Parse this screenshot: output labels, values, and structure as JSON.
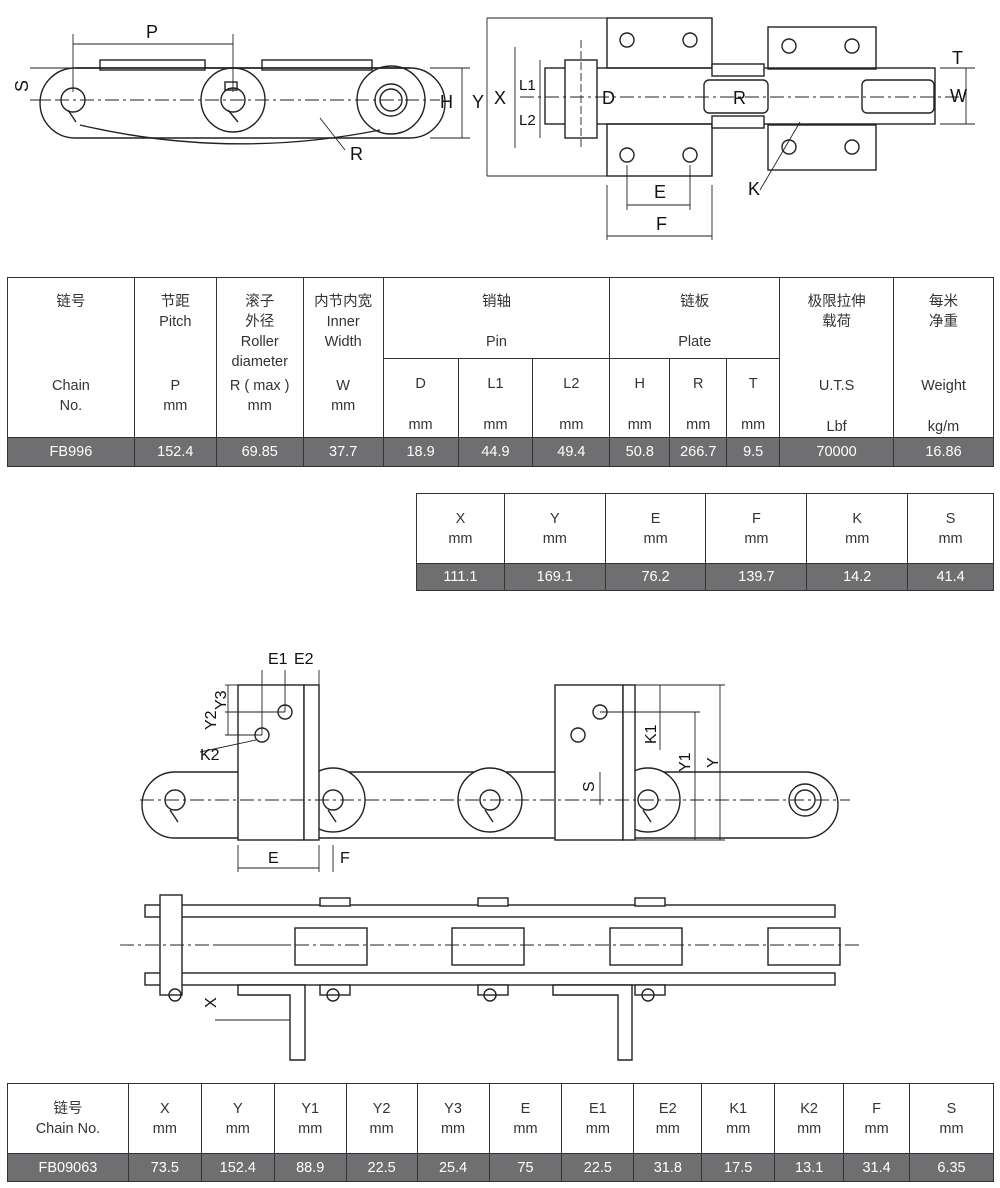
{
  "top_diagram": {
    "labels": {
      "P": "P",
      "S": "S",
      "H": "H",
      "Y": "Y",
      "R_side": "R",
      "X": "X",
      "L1": "L1",
      "L2": "L2",
      "D": "D",
      "R_top": "R",
      "T": "T",
      "W": "W",
      "E": "E",
      "F": "F",
      "K": "K"
    }
  },
  "table1": {
    "h_chain_cn": "链号",
    "h_chain_en1": "Chain",
    "h_chain_en2": "No.",
    "h_pitch_cn": "节距",
    "h_pitch_en": "Pitch",
    "h_pitch_sym": "P",
    "h_pitch_unit": "mm",
    "h_roller_cn1": "滚子",
    "h_roller_cn2": "外径",
    "h_roller_en1": "Roller",
    "h_roller_en2": "diameter",
    "h_roller_sym": "R ( max )",
    "h_roller_unit": "mm",
    "h_inner_cn": "内节内宽",
    "h_inner_en1": "Inner",
    "h_inner_en2": "Width",
    "h_inner_sym": "W",
    "h_inner_unit": "mm",
    "h_pin_cn": "销轴",
    "h_pin_en": "Pin",
    "h_plate_cn": "链板",
    "h_plate_en": "Plate",
    "h_uts_cn1": "极限拉伸",
    "h_uts_cn2": "载荷",
    "h_uts_sym": "U.T.S",
    "h_uts_unit": "Lbf",
    "h_weight_cn1": "每米",
    "h_weight_cn2": "净重",
    "h_weight_sym": "Weight",
    "h_weight_unit": "kg/m",
    "sub_cols": [
      {
        "sym": "D",
        "unit": "mm"
      },
      {
        "sym": "L1",
        "unit": "mm"
      },
      {
        "sym": "L2",
        "unit": "mm"
      },
      {
        "sym": "H",
        "unit": "mm"
      },
      {
        "sym": "R",
        "unit": "mm"
      },
      {
        "sym": "T",
        "unit": "mm"
      }
    ],
    "row": [
      "FB996",
      "152.4",
      "69.85",
      "37.7",
      "18.9",
      "44.9",
      "49.4",
      "50.8",
      "266.7",
      "9.5",
      "70000",
      "16.86"
    ]
  },
  "table2": {
    "headers": [
      {
        "sym": "X",
        "unit": "mm"
      },
      {
        "sym": "Y",
        "unit": "mm"
      },
      {
        "sym": "E",
        "unit": "mm"
      },
      {
        "sym": "F",
        "unit": "mm"
      },
      {
        "sym": "K",
        "unit": "mm"
      },
      {
        "sym": "S",
        "unit": "mm"
      }
    ],
    "row": [
      "111.1",
      "169.1",
      "76.2",
      "139.7",
      "14.2",
      "41.4"
    ]
  },
  "bottom_diagram": {
    "labels": {
      "E1": "E1",
      "E2": "E2",
      "Y3": "Y3",
      "Y2": "Y2",
      "K2": "K2",
      "E": "E",
      "F": "F",
      "K1": "K1",
      "Y1": "Y1",
      "Y": "Y",
      "S": "S",
      "X": "X"
    }
  },
  "table3": {
    "h_chain_cn": "链号",
    "h_chain_en": "Chain No.",
    "headers": [
      {
        "sym": "X",
        "unit": "mm"
      },
      {
        "sym": "Y",
        "unit": "mm"
      },
      {
        "sym": "Y1",
        "unit": "mm"
      },
      {
        "sym": "Y2",
        "unit": "mm"
      },
      {
        "sym": "Y3",
        "unit": "mm"
      },
      {
        "sym": "E",
        "unit": "mm"
      },
      {
        "sym": "E1",
        "unit": "mm"
      },
      {
        "sym": "E2",
        "unit": "mm"
      },
      {
        "sym": "K1",
        "unit": "mm"
      },
      {
        "sym": "K2",
        "unit": "mm"
      },
      {
        "sym": "F",
        "unit": "mm"
      },
      {
        "sym": "S",
        "unit": "mm"
      }
    ],
    "row": [
      "FB09063",
      "73.5",
      "152.4",
      "88.9",
      "22.5",
      "25.4",
      "75",
      "22.5",
      "31.8",
      "17.5",
      "13.1",
      "31.4",
      "6.35"
    ]
  }
}
